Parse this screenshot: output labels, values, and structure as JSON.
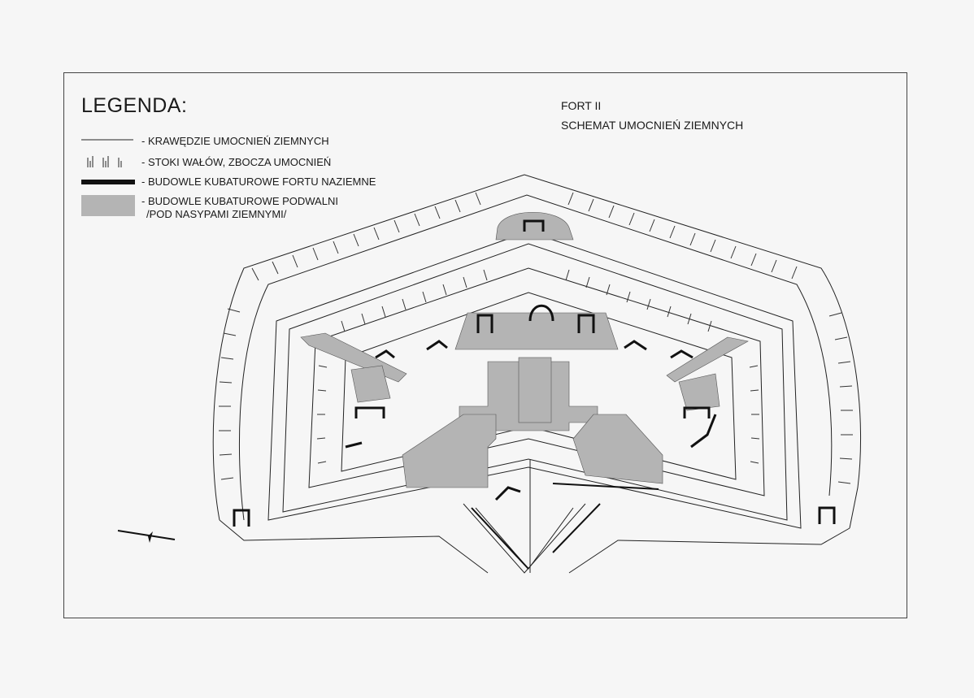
{
  "legend": {
    "title": "LEGENDA:",
    "items": [
      {
        "label": "- KRAWĘDZIE UMOCNIEŃ ZIEMNYCH",
        "symbol": "thin-line"
      },
      {
        "label": "- STOKI WAŁÓW, ZBOCZA UMOCNIEŃ",
        "symbol": "hatch-ticks"
      },
      {
        "label": "- BUDOWLE KUBATUROWE FORTU NAZIEMNE",
        "symbol": "thick-black-line"
      },
      {
        "label": "- BUDOWLE KUBATUROWE PODWALNI",
        "label2": "/POD NASYPAMI ZIEMNYMI/",
        "symbol": "gray-fill"
      }
    ]
  },
  "title_block": {
    "line1": "FORT II",
    "line2": "SCHEMAT UMOCNIEŃ ZIEMNYCH"
  },
  "colors": {
    "paper": "#f6f6f6",
    "ink": "#1a1a1a",
    "gray_fill": "#b4b4b4"
  },
  "icons": [
    "north-arrow-icon"
  ]
}
